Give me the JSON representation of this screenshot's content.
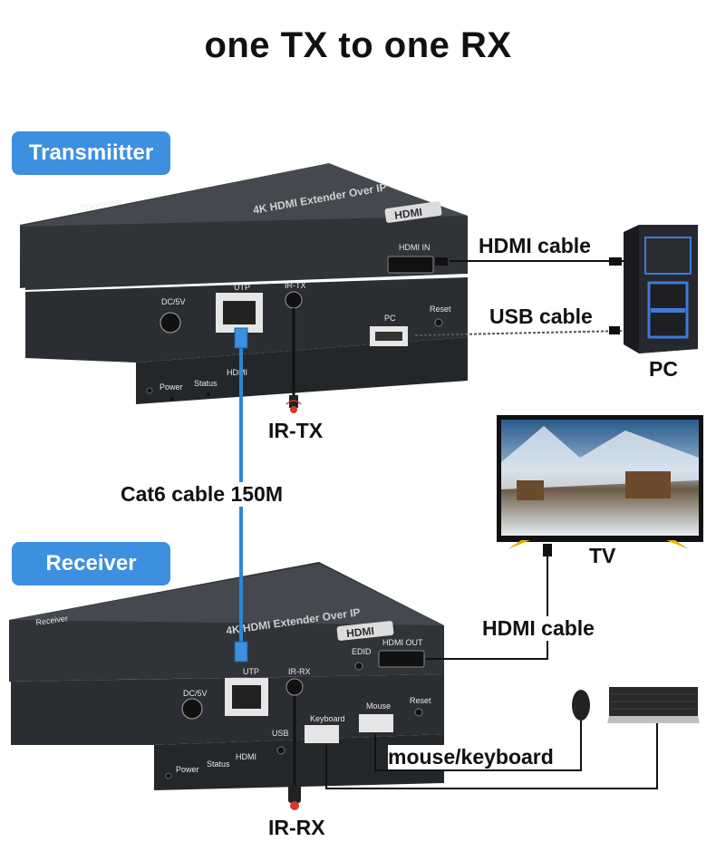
{
  "title": "one TX to one RX",
  "badges": {
    "transmitter": "Transmiitter",
    "receiver": "Receiver"
  },
  "labels": {
    "hdmi_cable_tx": "HDMI cable",
    "usb_cable": "USB cable",
    "pc": "PC",
    "ir_tx": "IR-TX",
    "cat6": "Cat6 cable 150M",
    "tv": "TV",
    "hdmi_cable_rx": "HDMI cable",
    "mouse_keyboard": "mouse/keyboard",
    "ir_rx": "IR-RX"
  },
  "device_text": {
    "top_face": "4K HDMI Extender Over IP",
    "tx_side": "Transmitter",
    "rx_side": "Receiver",
    "hdmi_logo": "HDMI"
  },
  "tx_ports": {
    "dc": "DC/5V",
    "utp": "UTP",
    "ir": "IR-TX",
    "pc": "PC",
    "reset": "Reset",
    "hdmi_in": "HDMI IN",
    "power": "Power",
    "status": "Status",
    "hdmi": "HDMI"
  },
  "rx_ports": {
    "dc": "DC/5V",
    "utp": "UTP",
    "ir": "IR-RX",
    "edid": "EDID",
    "hdmi_out": "HDMI OUT",
    "keyboard": "Keyboard",
    "mouse": "Mouse",
    "reset": "Reset",
    "usb": "USB",
    "power": "Power",
    "status": "Status",
    "hdmi": "HDMI"
  },
  "colors": {
    "badge": "#3d8fe0",
    "cable_blue": "#2f86d6",
    "device": "#2b2e32",
    "ir_red": "#d23a2a"
  }
}
